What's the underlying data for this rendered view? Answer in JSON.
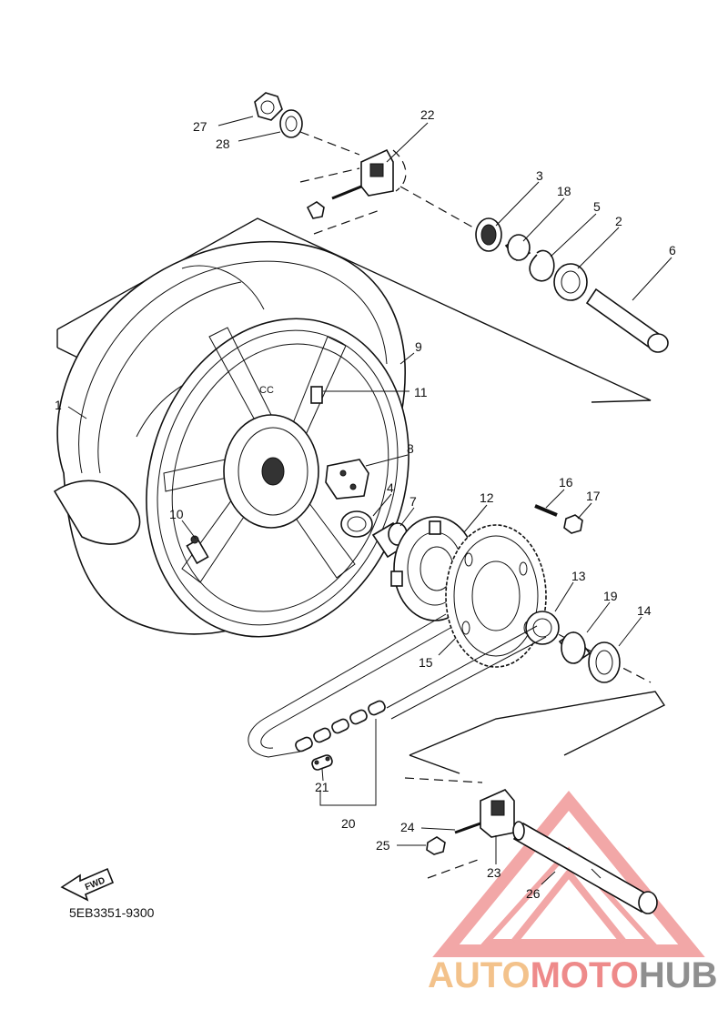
{
  "diagram": {
    "drawing_code": "5EB3351-9300",
    "fwd_label": "FWD",
    "callouts": [
      {
        "id": "c1",
        "label": "1"
      },
      {
        "id": "c2",
        "label": "2"
      },
      {
        "id": "c3",
        "label": "3"
      },
      {
        "id": "c4",
        "label": "4"
      },
      {
        "id": "c5",
        "label": "5"
      },
      {
        "id": "c6",
        "label": "6"
      },
      {
        "id": "c7",
        "label": "7"
      },
      {
        "id": "c8",
        "label": "8"
      },
      {
        "id": "c9",
        "label": "9"
      },
      {
        "id": "c10",
        "label": "10"
      },
      {
        "id": "c11",
        "label": "11"
      },
      {
        "id": "c12",
        "label": "12"
      },
      {
        "id": "c13",
        "label": "13"
      },
      {
        "id": "c14",
        "label": "14"
      },
      {
        "id": "c15",
        "label": "15"
      },
      {
        "id": "c16",
        "label": "16"
      },
      {
        "id": "c17",
        "label": "17"
      },
      {
        "id": "c18",
        "label": "18"
      },
      {
        "id": "c19",
        "label": "19"
      },
      {
        "id": "c20",
        "label": "20"
      },
      {
        "id": "c21",
        "label": "21"
      },
      {
        "id": "c22",
        "label": "22"
      },
      {
        "id": "c23",
        "label": "23"
      },
      {
        "id": "c24",
        "label": "24"
      },
      {
        "id": "c25",
        "label": "25"
      },
      {
        "id": "c26",
        "label": "26"
      },
      {
        "id": "c27",
        "label": "27"
      },
      {
        "id": "c28",
        "label": "28"
      }
    ]
  },
  "watermark": {
    "part1": "AUTO",
    "part2": "MOTO",
    "part3": "HUB",
    "color_auto": "#f3c28b",
    "color_moto": "#ee8a8a",
    "color_hub": "#8f8f8f",
    "triangle_color": "#ee8a8a"
  }
}
